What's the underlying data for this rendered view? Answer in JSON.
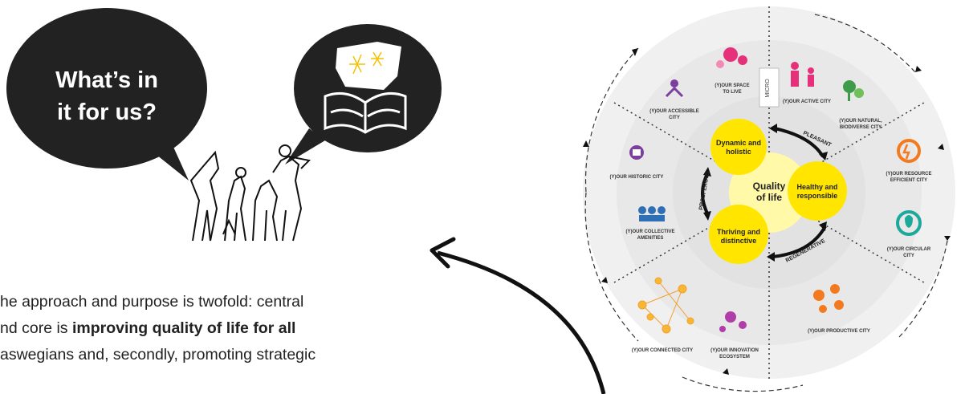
{
  "speech_bubble": {
    "line1": "What’s in",
    "line2": "it for us?"
  },
  "body_text": {
    "line1": "he approach and purpose is twofold: central",
    "line2_pre": "nd core is ",
    "line2_bold": "improving quality of life for all",
    "line3": "aswegians and, secondly, promoting strategic"
  },
  "diagram": {
    "core_label_1": "Quality",
    "core_label_2": "of life",
    "circles": [
      {
        "line1": "Dynamic and",
        "line2": "holistic"
      },
      {
        "line1": "Healthy and",
        "line2": "responsible"
      },
      {
        "line1": "Thriving and",
        "line2": "distinctive"
      }
    ],
    "arrow_labels": {
      "pleasant": "PLEASANT",
      "prosperous": "PROSPEROUS",
      "regenerative": "REGENERATIVE"
    },
    "outer_ring_label": "MICRO",
    "sectors": [
      {
        "line1": "(Y)OUR SPACE",
        "line2": "TO LIVE"
      },
      {
        "line1": "(Y)OUR ACTIVE CITY",
        "line2": ""
      },
      {
        "line1": "(Y)OUR ACCESSIBLE",
        "line2": "CITY"
      },
      {
        "line1": "(Y)OUR NATURAL,",
        "line2": "BIODIVERSE CITY"
      },
      {
        "line1": "(Y)OUR HISTORIC CITY",
        "line2": ""
      },
      {
        "line1": "(Y)OUR RESOURCE",
        "line2": "EFFICIENT CITY"
      },
      {
        "line1": "(Y)OUR COLLECTIVE",
        "line2": "AMENITIES"
      },
      {
        "line1": "(Y)OUR CIRCULAR",
        "line2": "CITY"
      },
      {
        "line1": "(Y)OUR CONNECTED CITY",
        "line2": ""
      },
      {
        "line1": "(Y)OUR INNOVATION",
        "line2": "ECOSYSTEM"
      },
      {
        "line1": "(Y)OUR PRODUCTIVE CITY",
        "line2": ""
      }
    ]
  },
  "colors": {
    "yellow": "#FFE500",
    "pale_yellow": "#FFF9A8",
    "pink": "#E6307A",
    "green": "#3E9B4A",
    "orange": "#F47A20",
    "teal": "#1AA99A",
    "purple": "#7B3FA0",
    "blue": "#2E6FB5",
    "dark": "#222222"
  }
}
